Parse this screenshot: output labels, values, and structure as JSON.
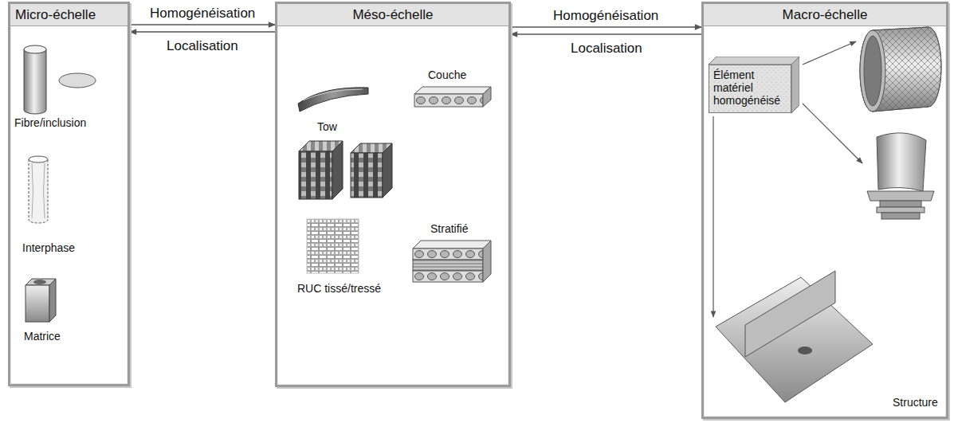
{
  "diagram": {
    "nodes": [
      {
        "text": [
          "Micro-échelle"
        ]
      },
      {
        "text": [
          "Méso-échelle"
        ]
      },
      {
        "text": [
          "Macro-échelle"
        ]
      },
      {
        "text": [
          "Élément matériel homogénéisé"
        ],
        "in": 2
      }
    ],
    "edges": [
      {
        "from": 0,
        "to": 1,
        "arrow": "to",
        "label": "Homogénéisation"
      },
      {
        "from": 1,
        "to": 0,
        "arrow": "to",
        "label": "Localisation"
      },
      {
        "from": 1,
        "to": 2,
        "arrow": "to",
        "label": "Homogénéisation"
      },
      {
        "from": 2,
        "to": 1,
        "arrow": "to",
        "label": "Localisation"
      }
    ],
    "labels": [
      "Fibre/inclusion",
      "Interphase",
      "Matrice",
      "Tow",
      "Couche",
      "RUC tissé/tressé",
      "Stratifié",
      "Structure"
    ]
  }
}
